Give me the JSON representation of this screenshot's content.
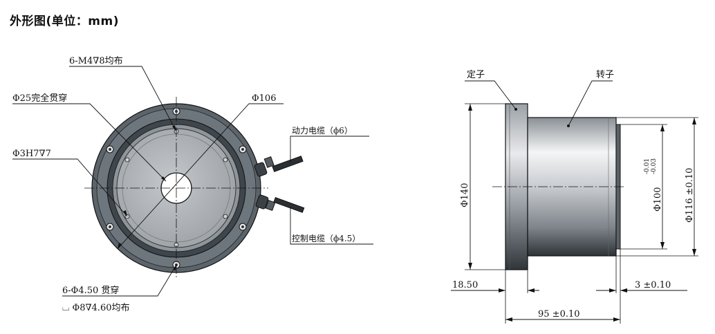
{
  "title": "外形图(单位：mm)",
  "front_view": {
    "thread_holes": "6-M4∇8均布",
    "through_bore": "Φ25完全贯穿",
    "outer_diameter": "Φ106",
    "pin_hole": "Φ3H7∇7",
    "power_cable": "动力电缆（ϕ6）",
    "control_cable": "控制电缆（ϕ4.5）",
    "mount_holes": "6-Φ4.50 贯穿",
    "counterbore": "⌴ Φ8∇4.60均布"
  },
  "side_view": {
    "stator": "定子",
    "rotor": "转子",
    "flange_diameter": "Φ140",
    "rotor_diameter": "Φ100",
    "rotor_tol_upper": "-0.01",
    "rotor_tol_lower": "-0.03",
    "outer_diameter_116": "Φ116 ±0.10",
    "flange_thickness": "18.50",
    "step_length": "3 ±0.10",
    "total_length": "95 ±0.10"
  },
  "colors": {
    "line": "#111111",
    "body_dark": "#4a5258",
    "body_mid": "#8e959b",
    "face": "#b5b9bd"
  }
}
